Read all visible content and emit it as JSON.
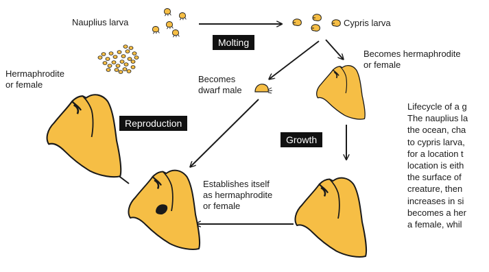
{
  "labels": {
    "nauplius": "Nauplius larva",
    "cypris": "Cypris larva",
    "becomes_herm_1": "Becomes hermaphrodite",
    "becomes_herm_2": "or female",
    "herm_left_1": "Hermaphrodite",
    "herm_left_2": "or female",
    "dwarf_1": "Becomes",
    "dwarf_2": "dwarf male",
    "establishes_1": "Establishes itself",
    "establishes_2": "as hermaphrodite",
    "establishes_3": "or female"
  },
  "tags": {
    "molting": "Molting",
    "reproduction": "Reproduction",
    "growth": "Growth"
  },
  "description_lines": [
    "Lifecycle of a g",
    "The nauplius la",
    "the ocean, cha",
    "to cypris larva,",
    "for a location t",
    "location is eith",
    "the surface of",
    "creature, then",
    "increases in si",
    "becomes a her",
    "a female, whil"
  ],
  "colors": {
    "barnacle_fill": "#F6BE45",
    "outline": "#1a1a1a",
    "tag_bg": "#111111"
  }
}
